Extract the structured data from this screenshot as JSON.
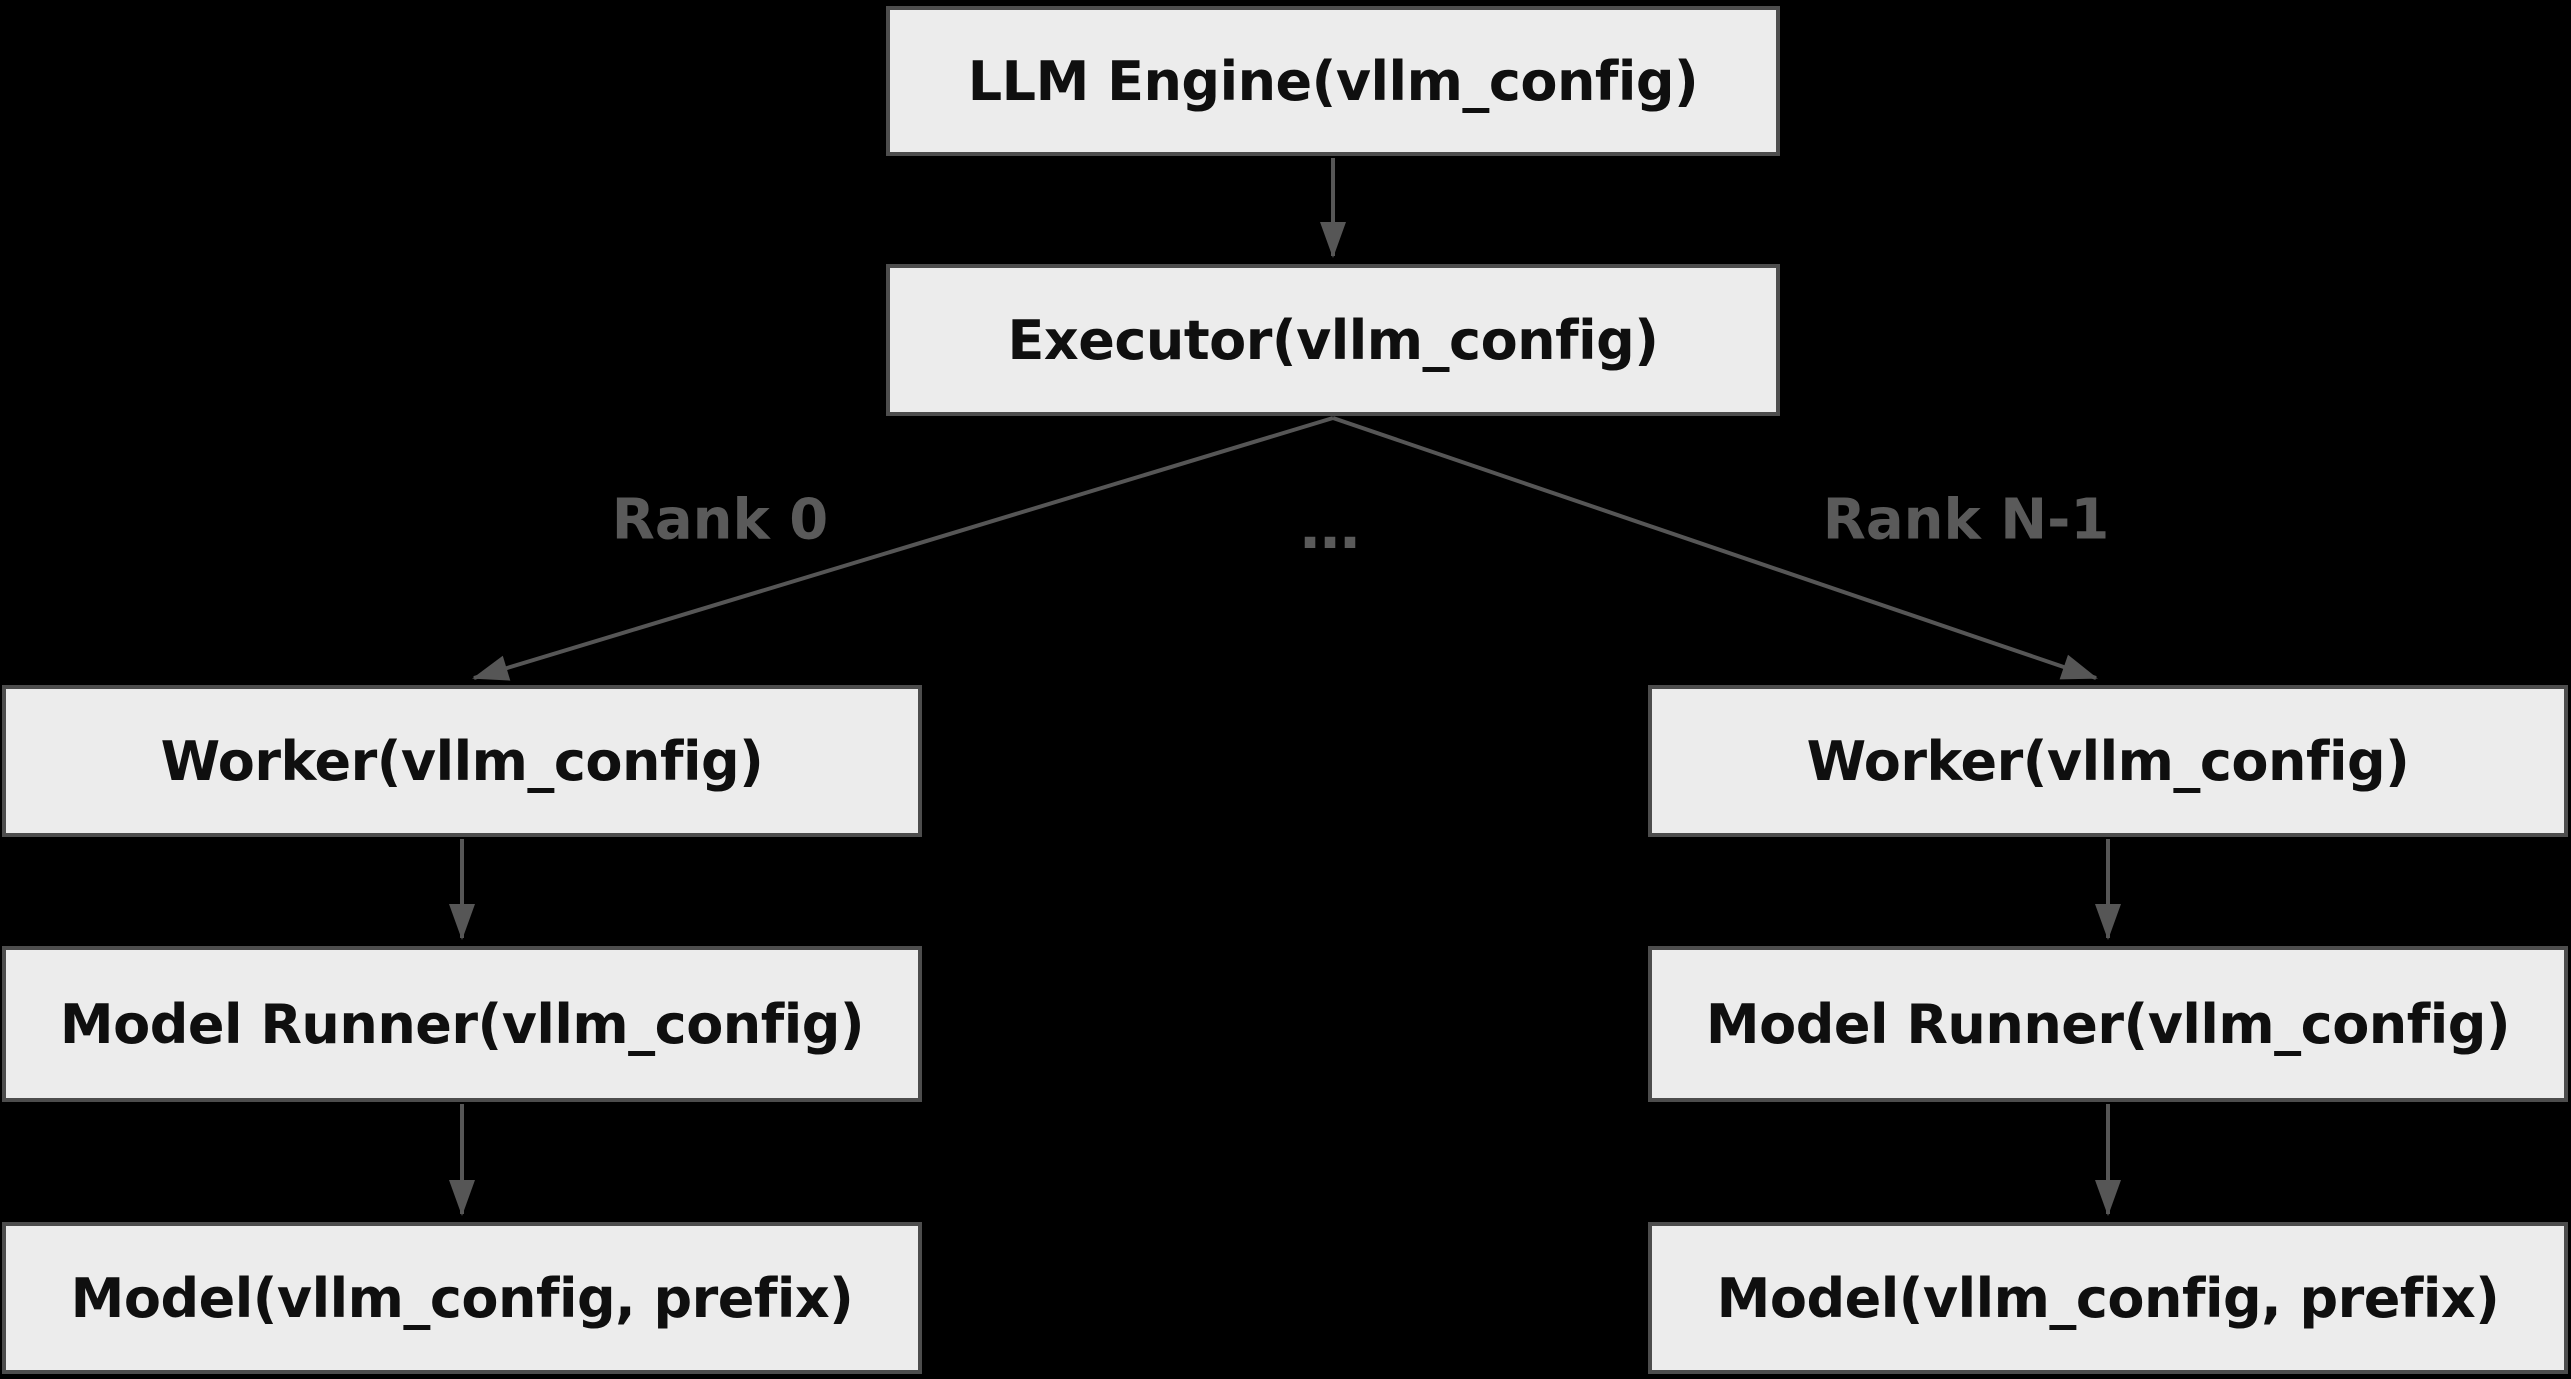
{
  "diagram": {
    "nodes": {
      "llm_engine": {
        "label": "LLM Engine(vllm_config)"
      },
      "executor": {
        "label": "Executor(vllm_config)"
      },
      "worker_left": {
        "label": "Worker(vllm_config)"
      },
      "worker_right": {
        "label": "Worker(vllm_config)"
      },
      "model_runner_left": {
        "label": "Model Runner(vllm_config)"
      },
      "model_runner_right": {
        "label": "Model Runner(vllm_config)"
      },
      "model_left": {
        "label": "Model(vllm_config, prefix)"
      },
      "model_right": {
        "label": "Model(vllm_config, prefix)"
      }
    },
    "edge_labels": {
      "rank0": "Rank 0",
      "rank_n": "Rank N-1",
      "ellipsis": "…"
    },
    "colors": {
      "background": "#000000",
      "node_fill": "#ececec",
      "node_border": "#4d4d4d",
      "node_text": "#0f0f0f",
      "edge": "#565656",
      "edge_label": "#5a5a5a"
    }
  }
}
